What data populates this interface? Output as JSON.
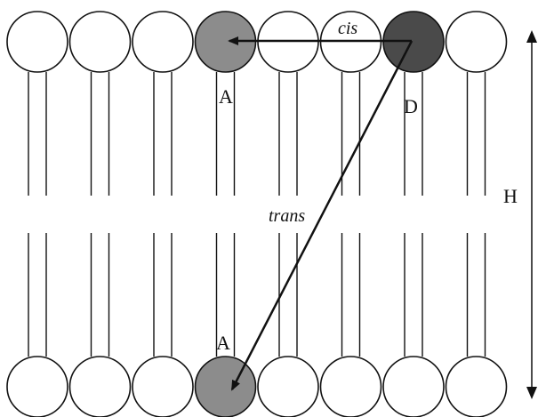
{
  "labels": {
    "acceptor_top": "A",
    "donor": "D",
    "acceptor_bottom": "A",
    "cis": "cis",
    "trans": "trans",
    "height": "H"
  },
  "membrane": {
    "lipids_per_leaflet": 8,
    "top_leaflet": {
      "acceptor_index": 3,
      "donor_index": 6
    },
    "bottom_leaflet": {
      "acceptor_index": 3
    }
  },
  "colors": {
    "headgroup_fill": "#ffffff",
    "acceptor_fill": "#8c8c8c",
    "donor_fill": "#4a4a4a",
    "line": "#111111"
  }
}
